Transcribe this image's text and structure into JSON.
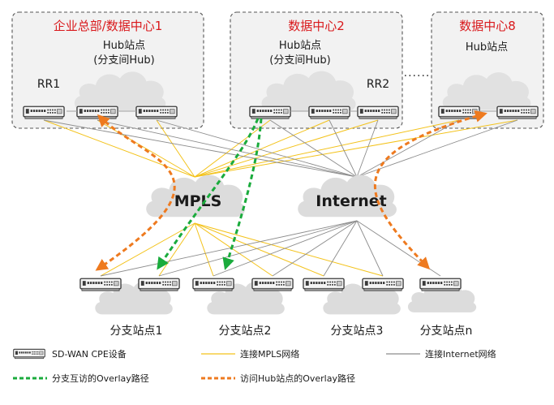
{
  "title": "",
  "colors": {
    "mpls": "#f3c21a",
    "internet": "#8c8c8c",
    "branch_overlay": "#1aab3c",
    "hub_overlay": "#ee7a1f",
    "dc_title": "#d9191c",
    "box_border": "#555555",
    "box_fill": "#f2f2f2"
  },
  "datacenters": [
    {
      "title": "企业总部/数据中心1",
      "hub_label": "Hub站点",
      "hub_sub": "(分支间Hub)",
      "rr": "RR1"
    },
    {
      "title": "数据中心2",
      "hub_label": "Hub站点",
      "hub_sub": "(分支间Hub)",
      "rr": "RR2"
    },
    {
      "title": "数据中心8",
      "hub_label": "Hub站点",
      "hub_sub": "",
      "rr": ""
    }
  ],
  "ellipsis": "......",
  "clouds": {
    "mpls": "MPLS",
    "internet": "Internet"
  },
  "branches": [
    {
      "label": "分支站点1"
    },
    {
      "label": "分支站点2"
    },
    {
      "label": "分支站点3"
    },
    {
      "label": "分支站点n"
    }
  ],
  "legend": {
    "device": "SD-WAN CPE设备",
    "mpls_line": "连接MPLS网络",
    "internet_line": "连接Internet网络",
    "branch_overlay": "分支互访的Overlay路径",
    "hub_overlay": "访问Hub站点的Overlay路径"
  }
}
